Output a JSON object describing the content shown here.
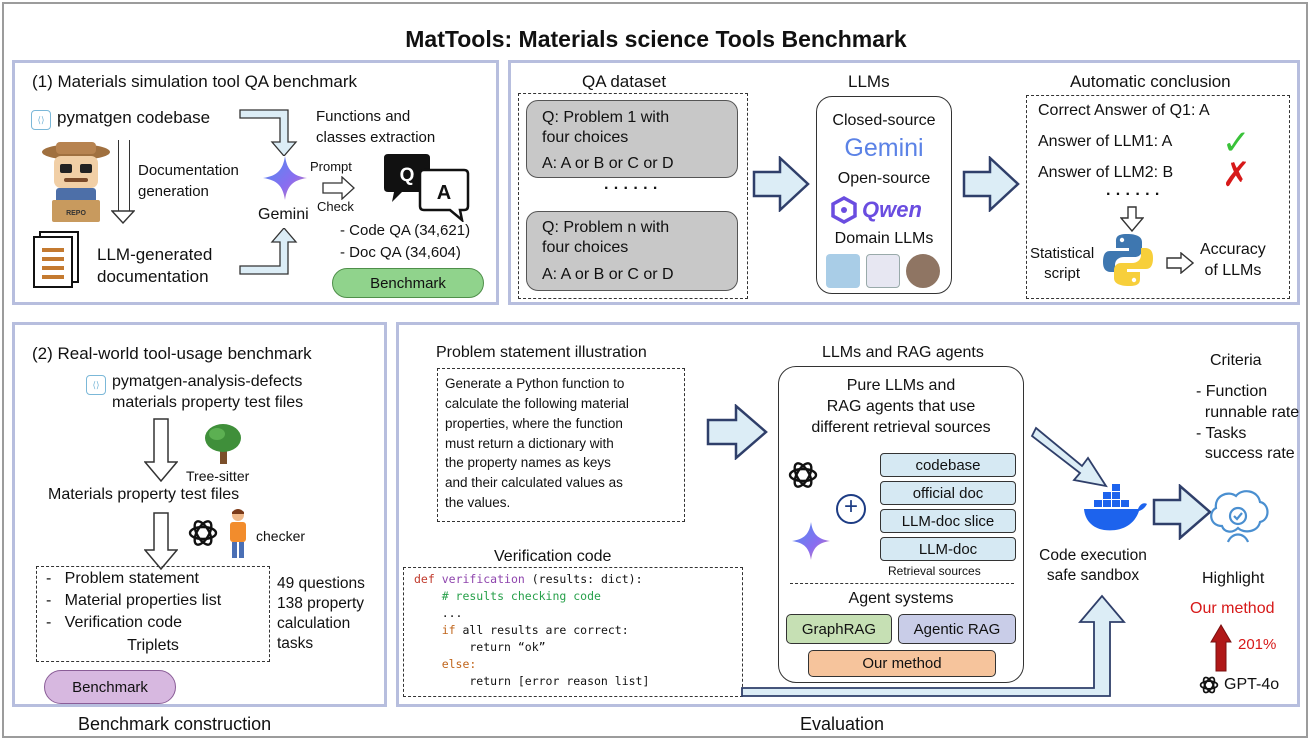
{
  "title": "MatTools: Materials science Tools Benchmark",
  "qa_panel": {
    "heading": "(1) Materials simulation tool QA benchmark",
    "codebase": "pymatgen codebase",
    "extraction": "Functions and\nclasses extraction",
    "doc_gen": "Documentation\ngeneration",
    "prompt": "Prompt",
    "check": "Check",
    "gemini": "Gemini",
    "llm_doc": "LLM-generated\ndocumentation",
    "q_letter": "Q",
    "a_letter": "A",
    "code_qa": "- Code QA (34,621)",
    "doc_qa": "- Doc QA (34,604)",
    "benchmark": "Benchmark"
  },
  "qa_flow": {
    "dataset_title": "QA dataset",
    "q1": "Q: Problem 1 with\nfour choices",
    "a1": "A: A or B or C or D",
    "dots": "· · · · · ·",
    "qn": "Q: Problem n with\nfour choices",
    "an": "A: A or B or C or D",
    "llms_title": "LLMs",
    "closed": "Closed-source",
    "gemini_logo": "Gemini",
    "open": "Open-source",
    "qwen_logo": "Qwen",
    "domain": "Domain LLMs",
    "conclusion_title": "Automatic conclusion",
    "correct": "Correct Answer of Q1: A",
    "llm1": "Answer of LLM1: A",
    "llm2": "Answer of LLM2: B",
    "check_mark": "✓",
    "cross_mark": "✗",
    "dots2": "· · · · · ·",
    "stat": "Statistical\nscript",
    "accuracy": "Accuracy\nof LLMs"
  },
  "real_panel": {
    "heading": "(2) Real-world tool-usage benchmark",
    "source": "pymatgen-analysis-defects\nmaterials property test files",
    "tree_sitter": "Tree-sitter",
    "test_files": "Materials property test files",
    "checker": "checker",
    "items": [
      "-   Problem statement",
      "-   Material properties list",
      "-   Verification code"
    ],
    "triplets": "Triplets",
    "stats": "49 questions\n138 property\ncalculation\ntasks",
    "benchmark": "Benchmark"
  },
  "eval_panel": {
    "problem_title": "Problem statement illustration",
    "problem_text": "Generate a Python function to\ncalculate the following material\nproperties, where the function\nmust return a dictionary with\nthe property names as keys\nand their calculated values as\nthe values.",
    "verification_title": "Verification code",
    "code": {
      "kw_def": "def",
      "fn": "verification",
      "params": " (results: dict):",
      "comment": "    # results checking code",
      "ellipsis": "    ...",
      "kw_if": "    if",
      "if_rest": " all results are correct:",
      "ret_ok": "        return “ok”",
      "kw_else": "    else:",
      "ret_err": "        return [error reason list]"
    },
    "llm_rag_title": "LLMs and RAG agents",
    "pure": "Pure LLMs and\nRAG agents that use\ndifferent retrieval sources",
    "sources": [
      "codebase",
      "official doc",
      "LLM-doc slice",
      "LLM-doc"
    ],
    "plus": "+",
    "retrieval_label": "Retrieval sources",
    "agent_systems": "Agent systems",
    "graphrag": "GraphRAG",
    "agentic": "Agentic RAG",
    "our_method_box": "Our method",
    "sandbox": "Code execution\nsafe sandbox",
    "criteria_title": "Criteria",
    "criteria": "- Function\n  runnable rate\n- Tasks\n  success rate",
    "highlight": "Highlight",
    "our_method": "Our method",
    "percent": "201%",
    "gpt": "GPT-4o"
  },
  "footer": {
    "left": "Benchmark construction",
    "right": "Evaluation"
  },
  "colors": {
    "panel_border": "#b7bede",
    "arrow_fill": "#dcedf6",
    "gray_box": "#c8c8c8",
    "source_box": "#d6e9f3",
    "green_pill": "#90d38c",
    "purple_pill": "#d7b8e0",
    "graphrag": "#c6e0b4",
    "agentic": "#c9cde8",
    "our_method": "#f6c49c",
    "red": "#d71919",
    "green_check": "#39c239",
    "gemini_blue": "#5b82e6",
    "qwen_purple": "#6a4de0"
  }
}
